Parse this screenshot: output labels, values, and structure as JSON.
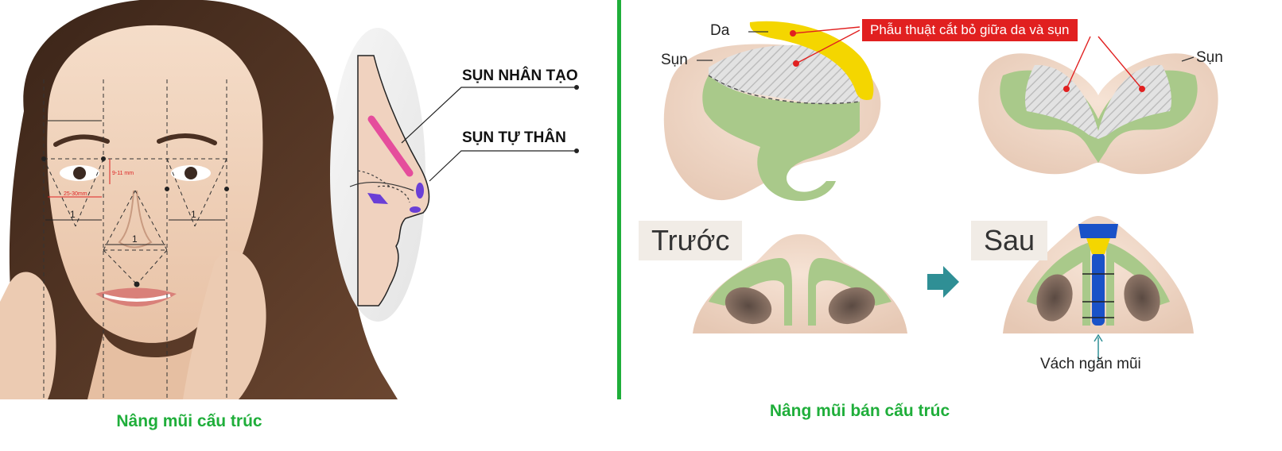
{
  "left": {
    "labels": {
      "sun_nhan_tao": "SỤN NHÂN TẠO",
      "sun_tu_than": "SỤN TỰ THÂN"
    },
    "measurements": {
      "eye_height": "9-11 mm",
      "eye_width": "25-30mm",
      "ratio_one": "1"
    },
    "caption": "Nâng mũi cấu trúc"
  },
  "right": {
    "banner": "Phẫu thuật cắt bỏ giữa da và sụn",
    "label_da": "Da",
    "label_sun_left": "Sụn",
    "label_sun_right": "Sụn",
    "before": "Trước",
    "after": "Sau",
    "septum": "Vách ngăn mũi",
    "caption": "Nâng mũi bán cấu trúc"
  },
  "colors": {
    "accent_green": "#1fae3a",
    "cartilage_green": "#a9c98a",
    "skin_yellow": "#f4d600",
    "banner_red": "#e12020",
    "implant_pink": "#e54d9c",
    "autograft_purple": "#6a3fd6",
    "septum_blue": "#1a52c8"
  }
}
